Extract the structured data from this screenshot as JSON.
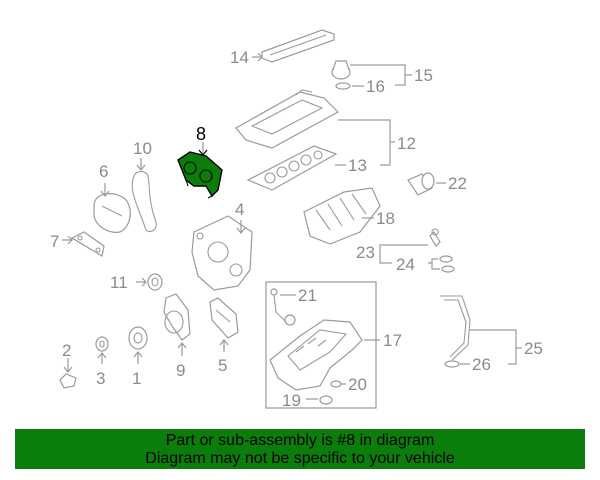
{
  "diagram": {
    "highlighted_part": "8",
    "highlight_color": "#0b7d0b",
    "callouts": [
      "1",
      "2",
      "3",
      "4",
      "5",
      "6",
      "7",
      "8",
      "9",
      "10",
      "11",
      "12",
      "13",
      "14",
      "15",
      "16",
      "17",
      "18",
      "19",
      "20",
      "21",
      "22",
      "23",
      "24",
      "25",
      "26"
    ]
  },
  "banner": {
    "line1": "Part or sub-assembly is #8 in diagram",
    "line2": "Diagram may not be specific to your vehicle",
    "background": "#0b7d0b"
  }
}
